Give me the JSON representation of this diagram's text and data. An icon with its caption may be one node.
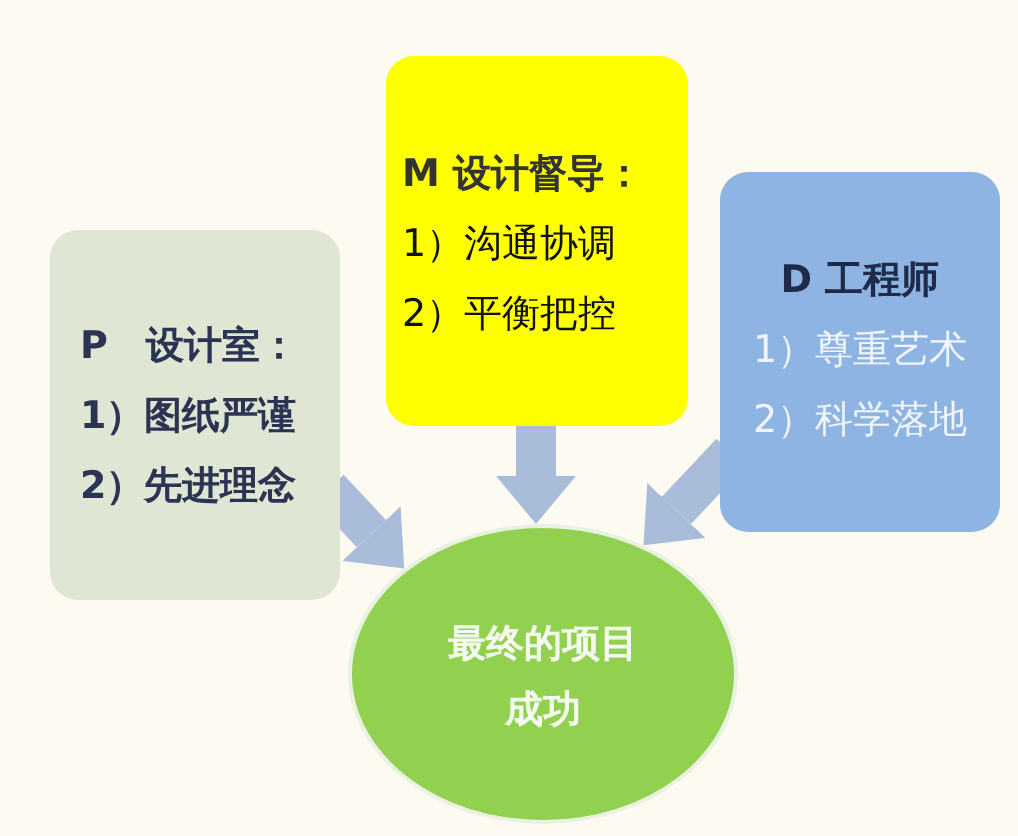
{
  "diagram": {
    "nodes": [
      {
        "text": [
          "P　设计室：",
          "1）图纸严谨",
          "2）先进理念"
        ]
      },
      {
        "text": [
          "M 设计督导：",
          "1）沟通协调",
          "2）平衡把控"
        ]
      },
      {
        "text": [
          "D 工程师",
          "1）尊重艺术",
          "2）科学落地"
        ]
      },
      {
        "text": [
          "最终的项目成功"
        ]
      }
    ],
    "edges": [
      {
        "from": 0,
        "to": 3,
        "arrow": "to"
      },
      {
        "from": 1,
        "to": 3,
        "arrow": "to"
      },
      {
        "from": 2,
        "to": 3,
        "arrow": "to"
      }
    ]
  }
}
